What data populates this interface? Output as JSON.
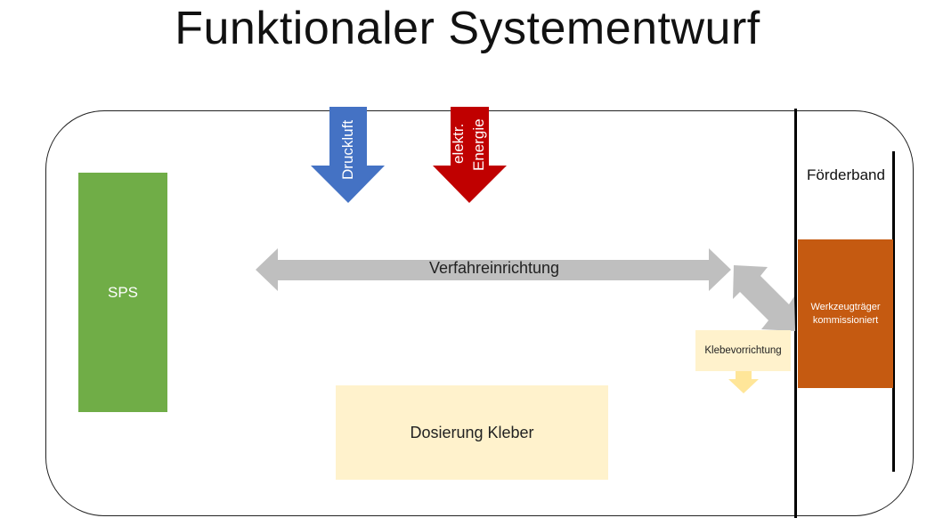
{
  "title": "Funktionaler Systementwurf",
  "components": {
    "sps": "SPS",
    "dosierung": "Dosierung Kleber",
    "klebevorrichtung": "Klebevorrichtung",
    "werkzeugtraeger_line1": "Werkzeugträger",
    "werkzeugtraeger_line2": "kommissioniert",
    "foerderband": "Förderband"
  },
  "flows": {
    "druckluft": "Druckluft",
    "energie_line1": "elektr.",
    "energie_line2": "Energie",
    "verfahreinrichtung": "Verfahreinrichtung"
  },
  "colors": {
    "sps": "#70ad47",
    "dosierung": "#fff2cc",
    "klebevorrichtung": "#fff2cc",
    "werkzeugtraeger": "#c55a11",
    "druckluft_arrow": "#4472c4",
    "energie_arrow": "#c00000",
    "verfahr_arrow": "#bfbfbf"
  }
}
